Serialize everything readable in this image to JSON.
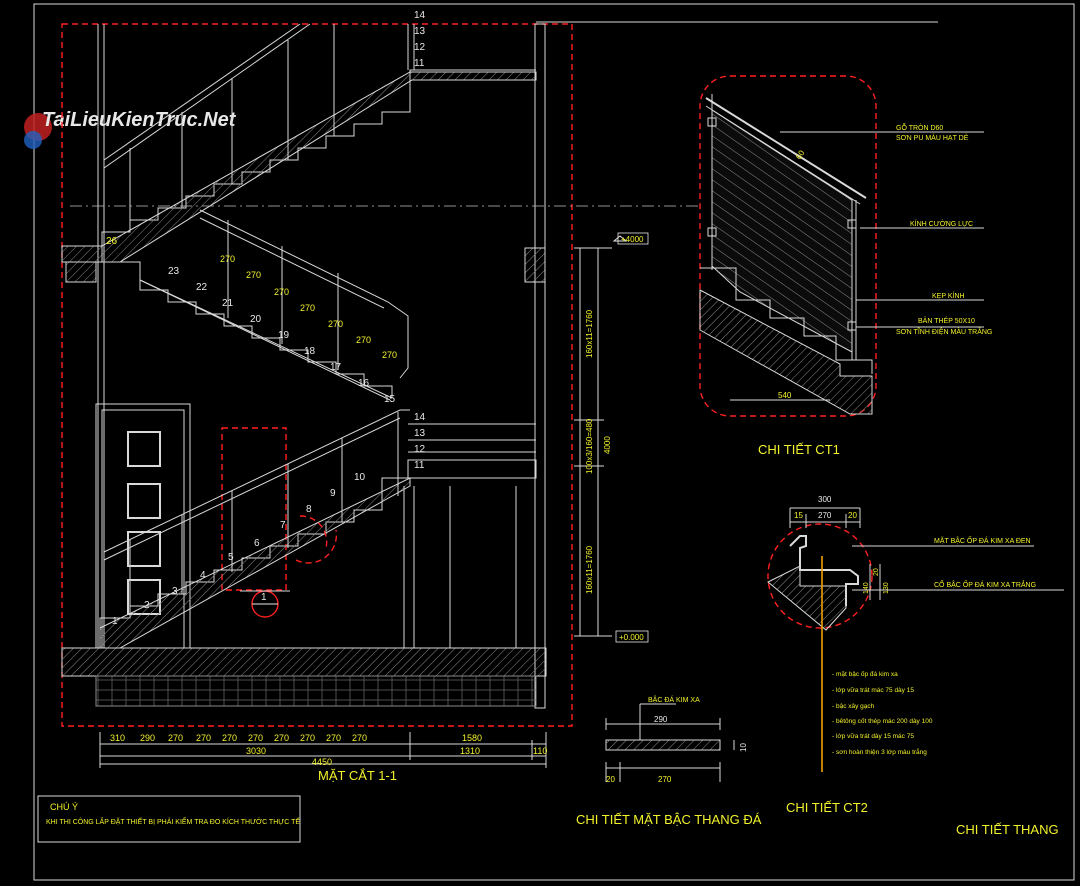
{
  "logo": {
    "text": "TaiLieuKienTruc.Net"
  },
  "section": {
    "title": "MẶT CẮT 1-1",
    "levels": {
      "top": "+4000",
      "bottom": "+0.000"
    },
    "step_numbers_upper": [
      "14",
      "13",
      "12",
      "11"
    ],
    "step_numbers_mid": [
      "14",
      "13",
      "12",
      "11"
    ],
    "flight2_steps": [
      "26",
      "23",
      "22",
      "21",
      "20",
      "19",
      "18",
      "17",
      "16",
      "15"
    ],
    "flight1_steps": [
      "1",
      "2",
      "3",
      "4",
      "5",
      "6",
      "7",
      "8",
      "9",
      "10"
    ],
    "tread_270": [
      "270",
      "270",
      "270",
      "270",
      "270",
      "270",
      "270"
    ],
    "vert_dims": [
      "160x11=1760",
      "100x3/160=480",
      "4000",
      "160x11=1760"
    ],
    "dim_row1": [
      "310",
      "290",
      "270",
      "270",
      "270",
      "270",
      "270",
      "270",
      "270",
      "270",
      "1580"
    ],
    "dim_row2": [
      "3030",
      "1310",
      "110"
    ],
    "dim_total": "4450",
    "callout_mark": "1"
  },
  "note": {
    "title": "CHÚ Ý",
    "text": "KHI THI CÔNG LẮP ĐẶT THIẾT BỊ PHẢI KIỂM TRA ĐO KÍCH THƯỚC THỰC TẾ"
  },
  "ct1": {
    "title": "CHI TIẾT CT1",
    "labels": [
      "GỖ TRÒN D60",
      "SƠN PU MÀU HẠT DẺ",
      "KÍNH CƯỜNG LỰC",
      "KẸP KÍNH",
      "BẢN THÉP 50X10",
      "SƠN TĨNH ĐIỆN MÀU TRẮNG"
    ],
    "dim_bottom": "540",
    "dim_angle": "60"
  },
  "ct2": {
    "title": "CHI TIẾT CT2",
    "dims_top": [
      "300",
      "15",
      "270",
      "20"
    ],
    "dims_side": [
      "140",
      "20",
      "130"
    ],
    "labels": [
      "MẶT BẬC ỐP ĐÁ KIM XA ĐEN",
      "CỔ BẬC ỐP ĐÁ KIM XA TRẮNG"
    ],
    "layers": [
      "- mặt bậc ốp đá kim xa",
      "- lớp vữa trát mác 75 dày 15",
      "- bậc xây gạch",
      "- bêtông cốt thép mác 200 dày 100",
      "- lớp vữa trát dày 15 mác 75",
      "- sơn hoàn thiện 3 lớp màu trắng"
    ]
  },
  "tread": {
    "title": "CHI TIẾT MẶT BẬC THANG ĐÁ",
    "label": "BẬC ĐÁ KIM XA",
    "dims": [
      "290",
      "10",
      "20",
      "270"
    ]
  },
  "sheet": {
    "title": "CHI TIẾT THANG"
  }
}
